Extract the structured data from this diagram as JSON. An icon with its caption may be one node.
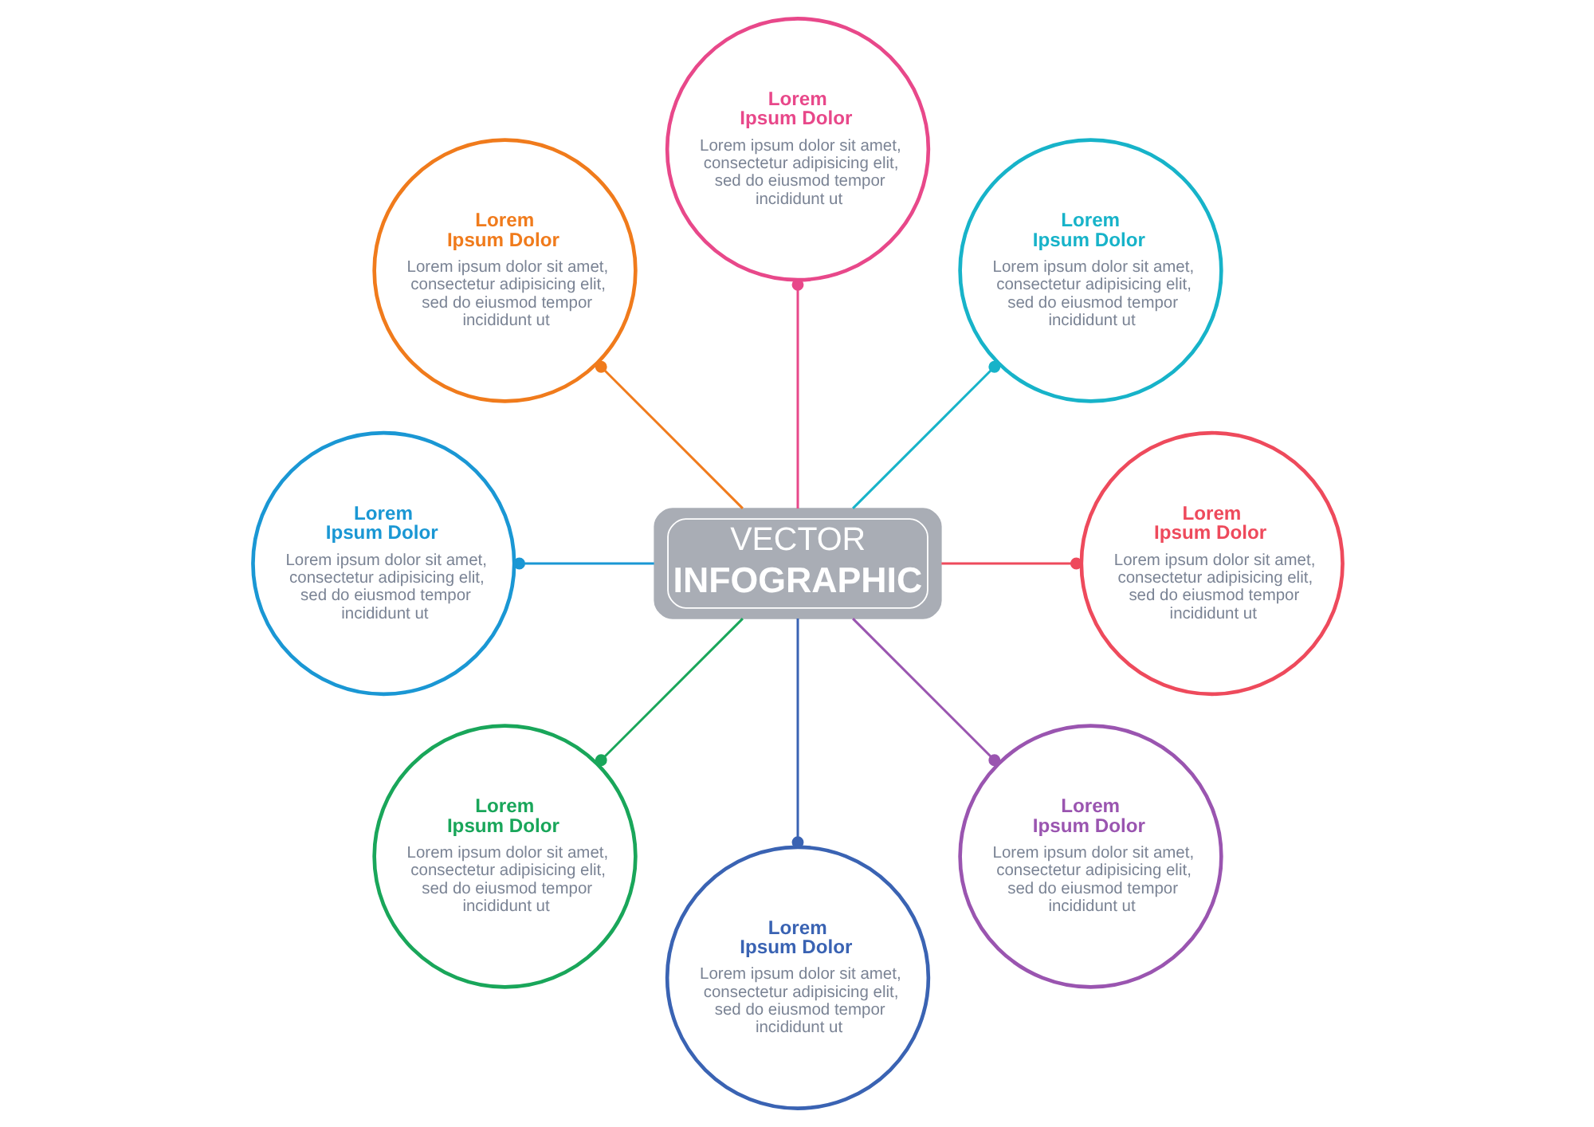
{
  "diagram": {
    "nodes": [
      {
        "text": [
          "VECTOR",
          "INFOGRAPHIC"
        ]
      },
      {
        "text": [
          "Lorem Ipsum Dolor",
          "Lorem ipsum dolor sit amet, consectetur adipisicing elit, sed do eiusmod tempor incididunt ut"
        ]
      },
      {
        "text": [
          "Lorem Ipsum Dolor",
          "Lorem ipsum dolor sit amet, consectetur adipisicing elit, sed do eiusmod tempor incididunt ut"
        ]
      },
      {
        "text": [
          "Lorem Ipsum Dolor",
          "Lorem ipsum dolor sit amet, consectetur adipisicing elit, sed do eiusmod tempor incididunt ut"
        ]
      },
      {
        "text": [
          "Lorem Ipsum Dolor",
          "Lorem ipsum dolor sit amet, consectetur adipisicing elit, sed do eiusmod tempor incididunt ut"
        ]
      },
      {
        "text": [
          "Lorem Ipsum Dolor",
          "Lorem ipsum dolor sit amet, consectetur adipisicing elit, sed do eiusmod tempor incididunt ut"
        ]
      },
      {
        "text": [
          "Lorem Ipsum Dolor",
          "Lorem ipsum dolor sit amet, consectetur adipisicing elit, sed do eiusmod tempor incididunt ut"
        ]
      },
      {
        "text": [
          "Lorem Ipsum Dolor",
          "Lorem ipsum dolor sit amet, consectetur adipisicing elit, sed do eiusmod tempor incididunt ut"
        ]
      },
      {
        "text": [
          "Lorem Ipsum Dolor",
          "Lorem ipsum dolor sit amet, consectetur adipisicing elit, sed do eiusmod tempor incididunt ut"
        ]
      }
    ],
    "edges": [
      {
        "from": 0,
        "to": 1,
        "arrow": "other",
        "color": "#ee4a5c"
      },
      {
        "from": 0,
        "to": 2,
        "arrow": "other",
        "color": "#17b3c9"
      },
      {
        "from": 0,
        "to": 3,
        "arrow": "other",
        "color": "#e8488a"
      },
      {
        "from": 0,
        "to": 4,
        "arrow": "other",
        "color": "#f07b1c"
      },
      {
        "from": 0,
        "to": 5,
        "arrow": "other",
        "color": "#1a97d4"
      },
      {
        "from": 0,
        "to": 6,
        "arrow": "other",
        "color": "#19a65a"
      },
      {
        "from": 0,
        "to": 7,
        "arrow": "other",
        "color": "#3a63b3"
      },
      {
        "from": 0,
        "to": 8,
        "arrow": "other",
        "color": "#9a55b0"
      }
    ]
  }
}
